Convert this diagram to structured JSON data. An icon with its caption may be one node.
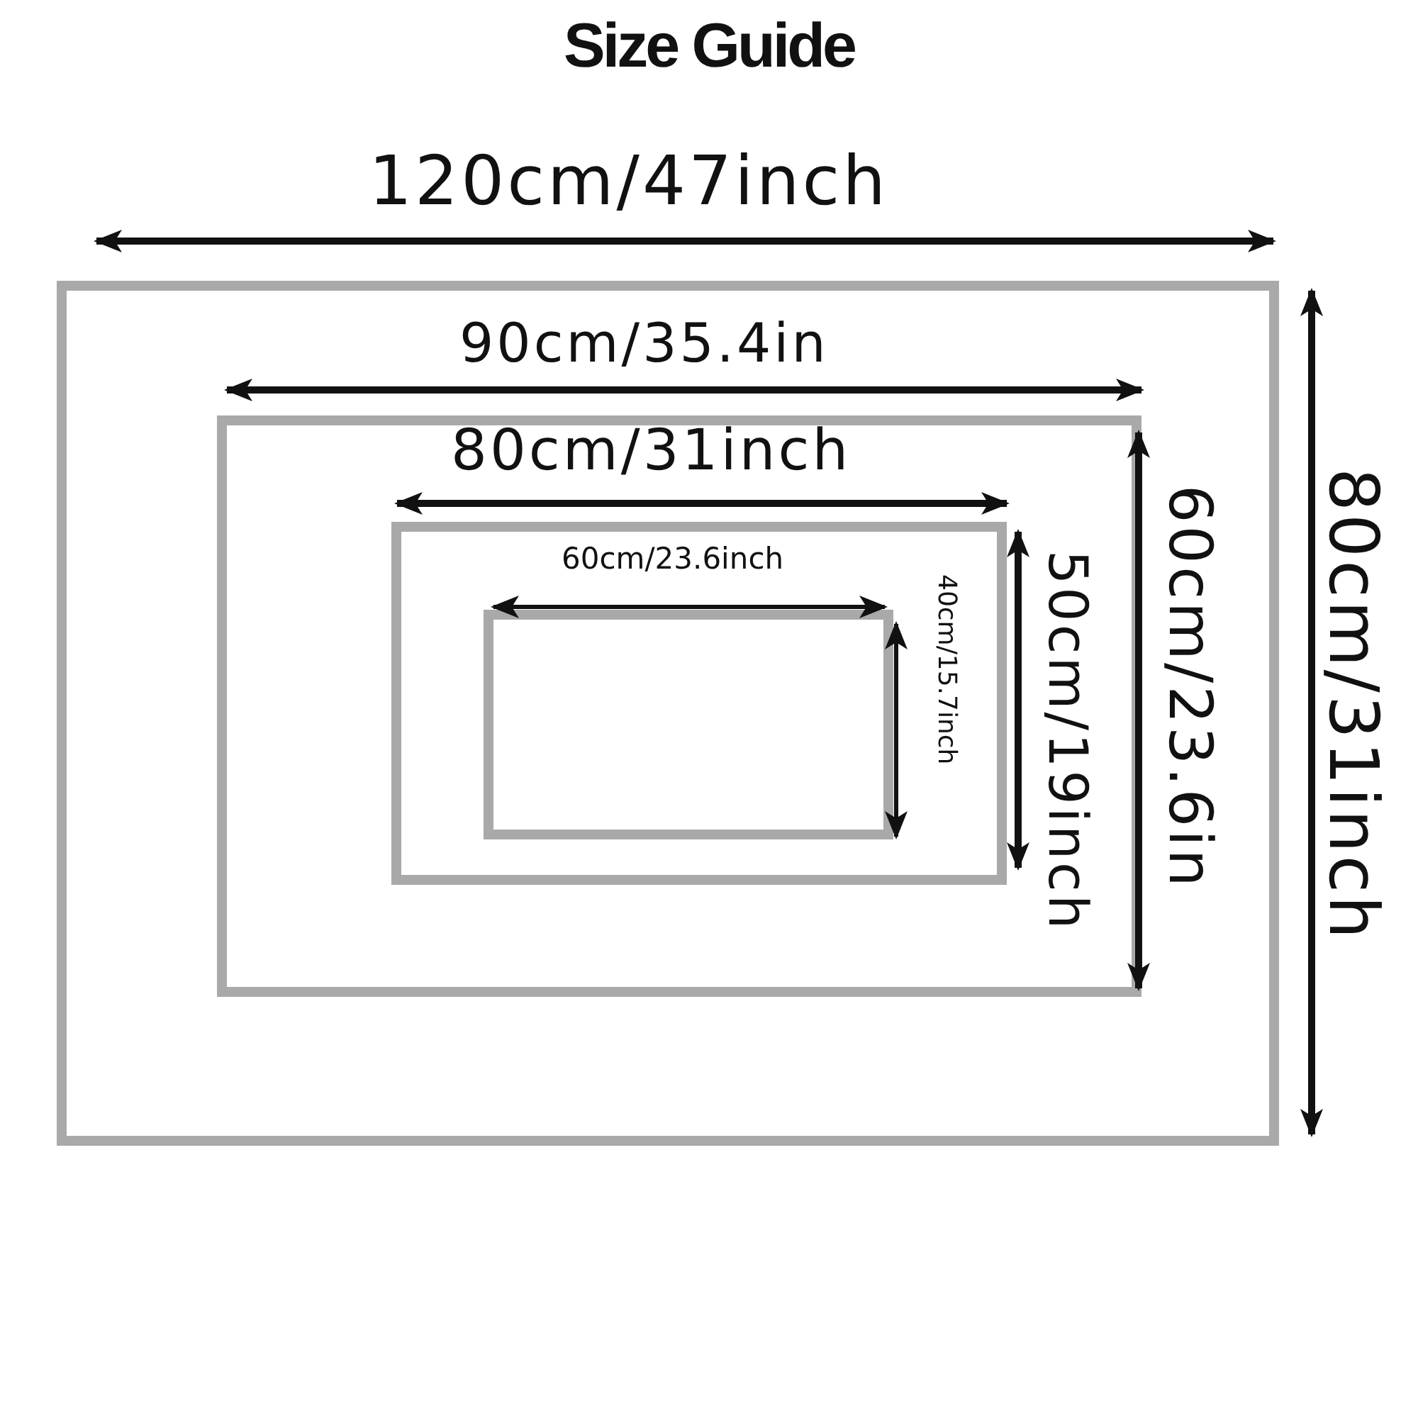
{
  "diagram": {
    "title": "Size Guide",
    "nodes": [
      {
        "text": [],
        "shape": "box"
      },
      {
        "text": [],
        "shape": "box",
        "in": 0
      },
      {
        "text": [],
        "shape": "box",
        "in": 1
      },
      {
        "text": [],
        "shape": "box",
        "in": 2
      }
    ],
    "edges": [],
    "labels": [
      "120cm/47inch",
      "90cm/35.4in",
      "80cm/31inch",
      "60cm/23.6inch",
      "40cm/15.7inch",
      "50cm/19inch",
      "60cm/23.6in",
      "80cm/31inch"
    ]
  }
}
